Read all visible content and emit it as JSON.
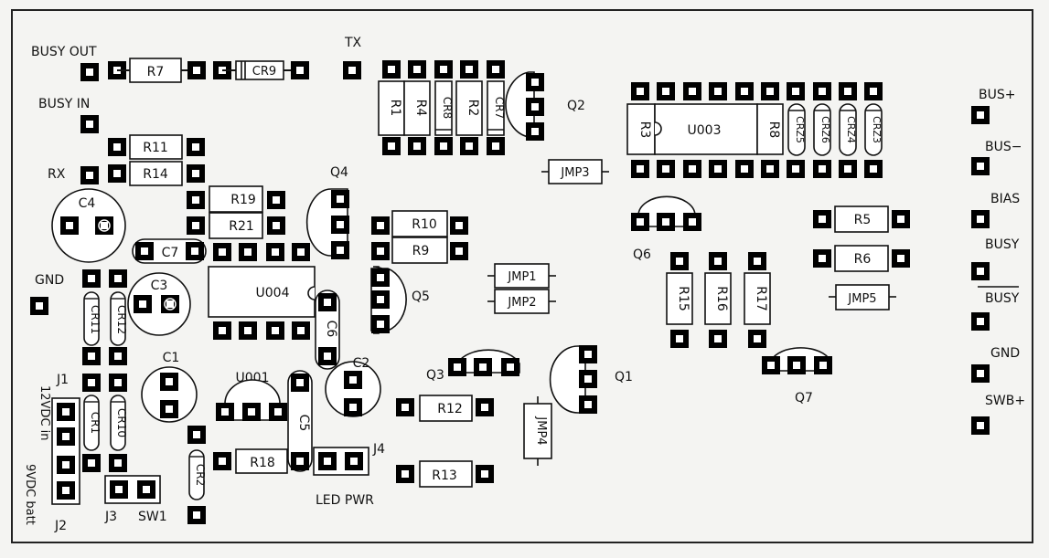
{
  "labels": {
    "busy_out": "BUSY OUT",
    "busy_in": "BUSY IN",
    "rx": "RX",
    "gnd_left": "GND",
    "tx": "TX",
    "bus_plus": "BUS+",
    "bus_minus": "BUS−",
    "bias": "BIAS",
    "busy": "BUSY",
    "busy_bar": "BUSY",
    "gnd_right": "GND",
    "swb_plus": "SWB+",
    "j1": "J1",
    "j2": "J2",
    "j3": "J3",
    "j4": "J4",
    "sw1": "SW1",
    "led_pwr": "LED PWR",
    "v12": "12VDC in",
    "v9": "9VDC batt"
  },
  "resistors": {
    "r7": "R7",
    "r11": "R11",
    "r14": "R14",
    "r19": "R19",
    "r21": "R21",
    "r10": "R10",
    "r9": "R9",
    "r12": "R12",
    "r13": "R13",
    "r18": "R18",
    "r5": "R5",
    "r6": "R6",
    "r1": "R1",
    "r4": "R4",
    "r2": "R2",
    "r3": "R3",
    "r8": "R8",
    "r15": "R15",
    "r16": "R16",
    "r17": "R17"
  },
  "diodes": {
    "cr9": "CR9",
    "cr8": "CR8",
    "cr7": "CR7",
    "cr11": "CR11",
    "cr12": "CR12",
    "cr1": "CR1",
    "cr10": "CR10",
    "cr2": "CR2",
    "crz5": "CRZ5",
    "crz6": "CRZ6",
    "crz4": "CRZ4",
    "crz3": "CRZ3"
  },
  "capacitors": {
    "c1": "C1",
    "c2": "C2",
    "c3": "C3",
    "c4": "C4",
    "c5": "C5",
    "c6": "C6",
    "c7": "C7"
  },
  "transistors": {
    "q1": "Q1",
    "q2": "Q2",
    "q3": "Q3",
    "q4": "Q4",
    "q5": "Q5",
    "q6": "Q6",
    "q7": "Q7"
  },
  "ics": {
    "u003": "U003",
    "u004": "U004",
    "u001": "U001"
  },
  "jumpers": {
    "jmp1": "JMP1",
    "jmp2": "JMP2",
    "jmp3": "JMP3",
    "jmp4": "JMP4",
    "jmp5": "JMP5"
  }
}
